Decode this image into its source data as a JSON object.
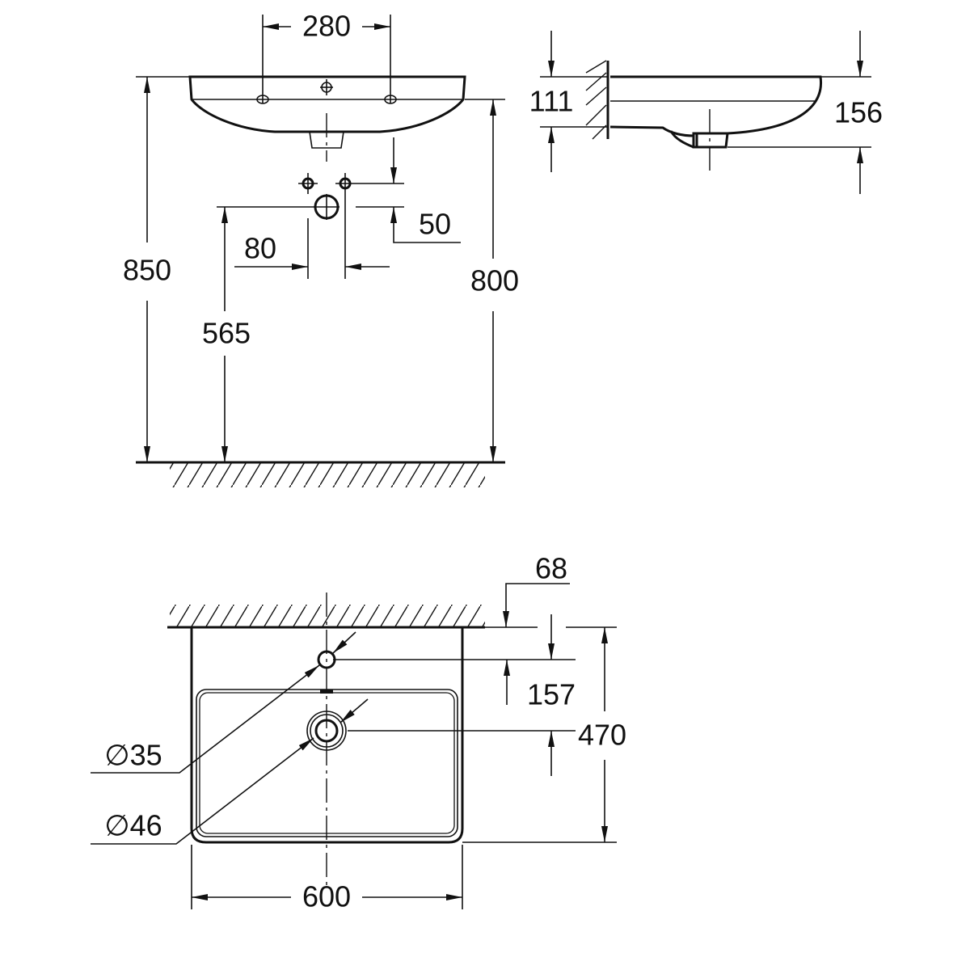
{
  "front_view": {
    "dim_tap_spacing": "280",
    "dim_total_height": "850",
    "dim_rim_height": "800",
    "dim_waste_height": "565",
    "dim_supply_spacing": "80",
    "dim_supply_offset": "50"
  },
  "side_view": {
    "dim_wall_height": "111",
    "dim_depth": "156"
  },
  "top_view": {
    "dim_wall_gap": "68",
    "dim_tap_hole_distance": "157",
    "dim_projection": "470",
    "dim_width": "600",
    "dim_tap_hole_diameter": "∅35",
    "dim_drain_diameter": "∅46"
  },
  "colors": {
    "line": "#111111",
    "background": "#ffffff"
  }
}
